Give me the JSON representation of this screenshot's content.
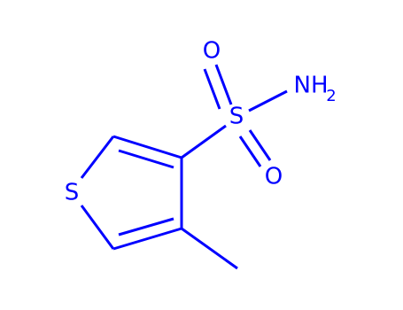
{
  "colors": {
    "bond": "#0000ff",
    "atom_text": "#0000ff",
    "background": "#ffffff"
  },
  "atoms": {
    "thiophene_sulfur": "S",
    "sulfonyl_sulfur": "S",
    "oxygen_top": "O",
    "oxygen_bottom": "O",
    "amine_main": "NH",
    "amine_subscript": "2"
  }
}
